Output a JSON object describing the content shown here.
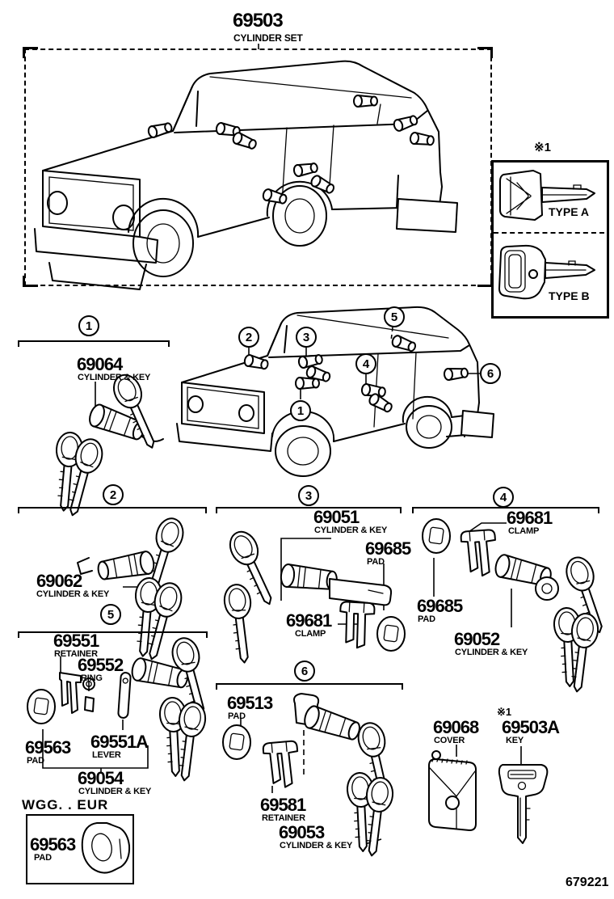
{
  "title": {
    "part_no": "69503",
    "label": "CYLINDER SET"
  },
  "key_type_box": {
    "ref_mark": "※1",
    "type_a": "TYPE A",
    "type_b": "TYPE B"
  },
  "sections": [
    {
      "num": "1",
      "parts": [
        {
          "no": "69064",
          "label": "CYLINDER & KEY"
        }
      ]
    },
    {
      "num": "2",
      "parts": [
        {
          "no": "69062",
          "label": "CYLINDER & KEY"
        }
      ]
    },
    {
      "num": "3",
      "parts": [
        {
          "no": "69051",
          "label": "CYLINDER & KEY"
        },
        {
          "no": "69685",
          "label": "PAD"
        },
        {
          "no": "69681",
          "label": "CLAMP"
        }
      ]
    },
    {
      "num": "4",
      "parts": [
        {
          "no": "69681",
          "label": "CLAMP"
        },
        {
          "no": "69685",
          "label": "PAD"
        },
        {
          "no": "69052",
          "label": "CYLINDER & KEY"
        }
      ]
    },
    {
      "num": "5",
      "parts": [
        {
          "no": "69551",
          "label": "RETAINER"
        },
        {
          "no": "69552",
          "label": "RING"
        },
        {
          "no": "69563",
          "label": "PAD"
        },
        {
          "no": "69551A",
          "label": "LEVER"
        },
        {
          "no": "69054",
          "label": "CYLINDER & KEY"
        }
      ]
    },
    {
      "num": "6",
      "parts": [
        {
          "no": "69513",
          "label": "PAD"
        },
        {
          "no": "69581",
          "label": "RETAINER"
        },
        {
          "no": "69053",
          "label": "CYLINDER & KEY"
        }
      ]
    }
  ],
  "variant": {
    "label": "WGG. . EUR",
    "part": {
      "no": "69563",
      "label": "PAD"
    }
  },
  "accessories": [
    {
      "no": "69068",
      "label": "COVER"
    },
    {
      "ref_mark": "※1",
      "no": "69503A",
      "label": "KEY"
    }
  ],
  "footer": {
    "doc_no": "679221"
  }
}
